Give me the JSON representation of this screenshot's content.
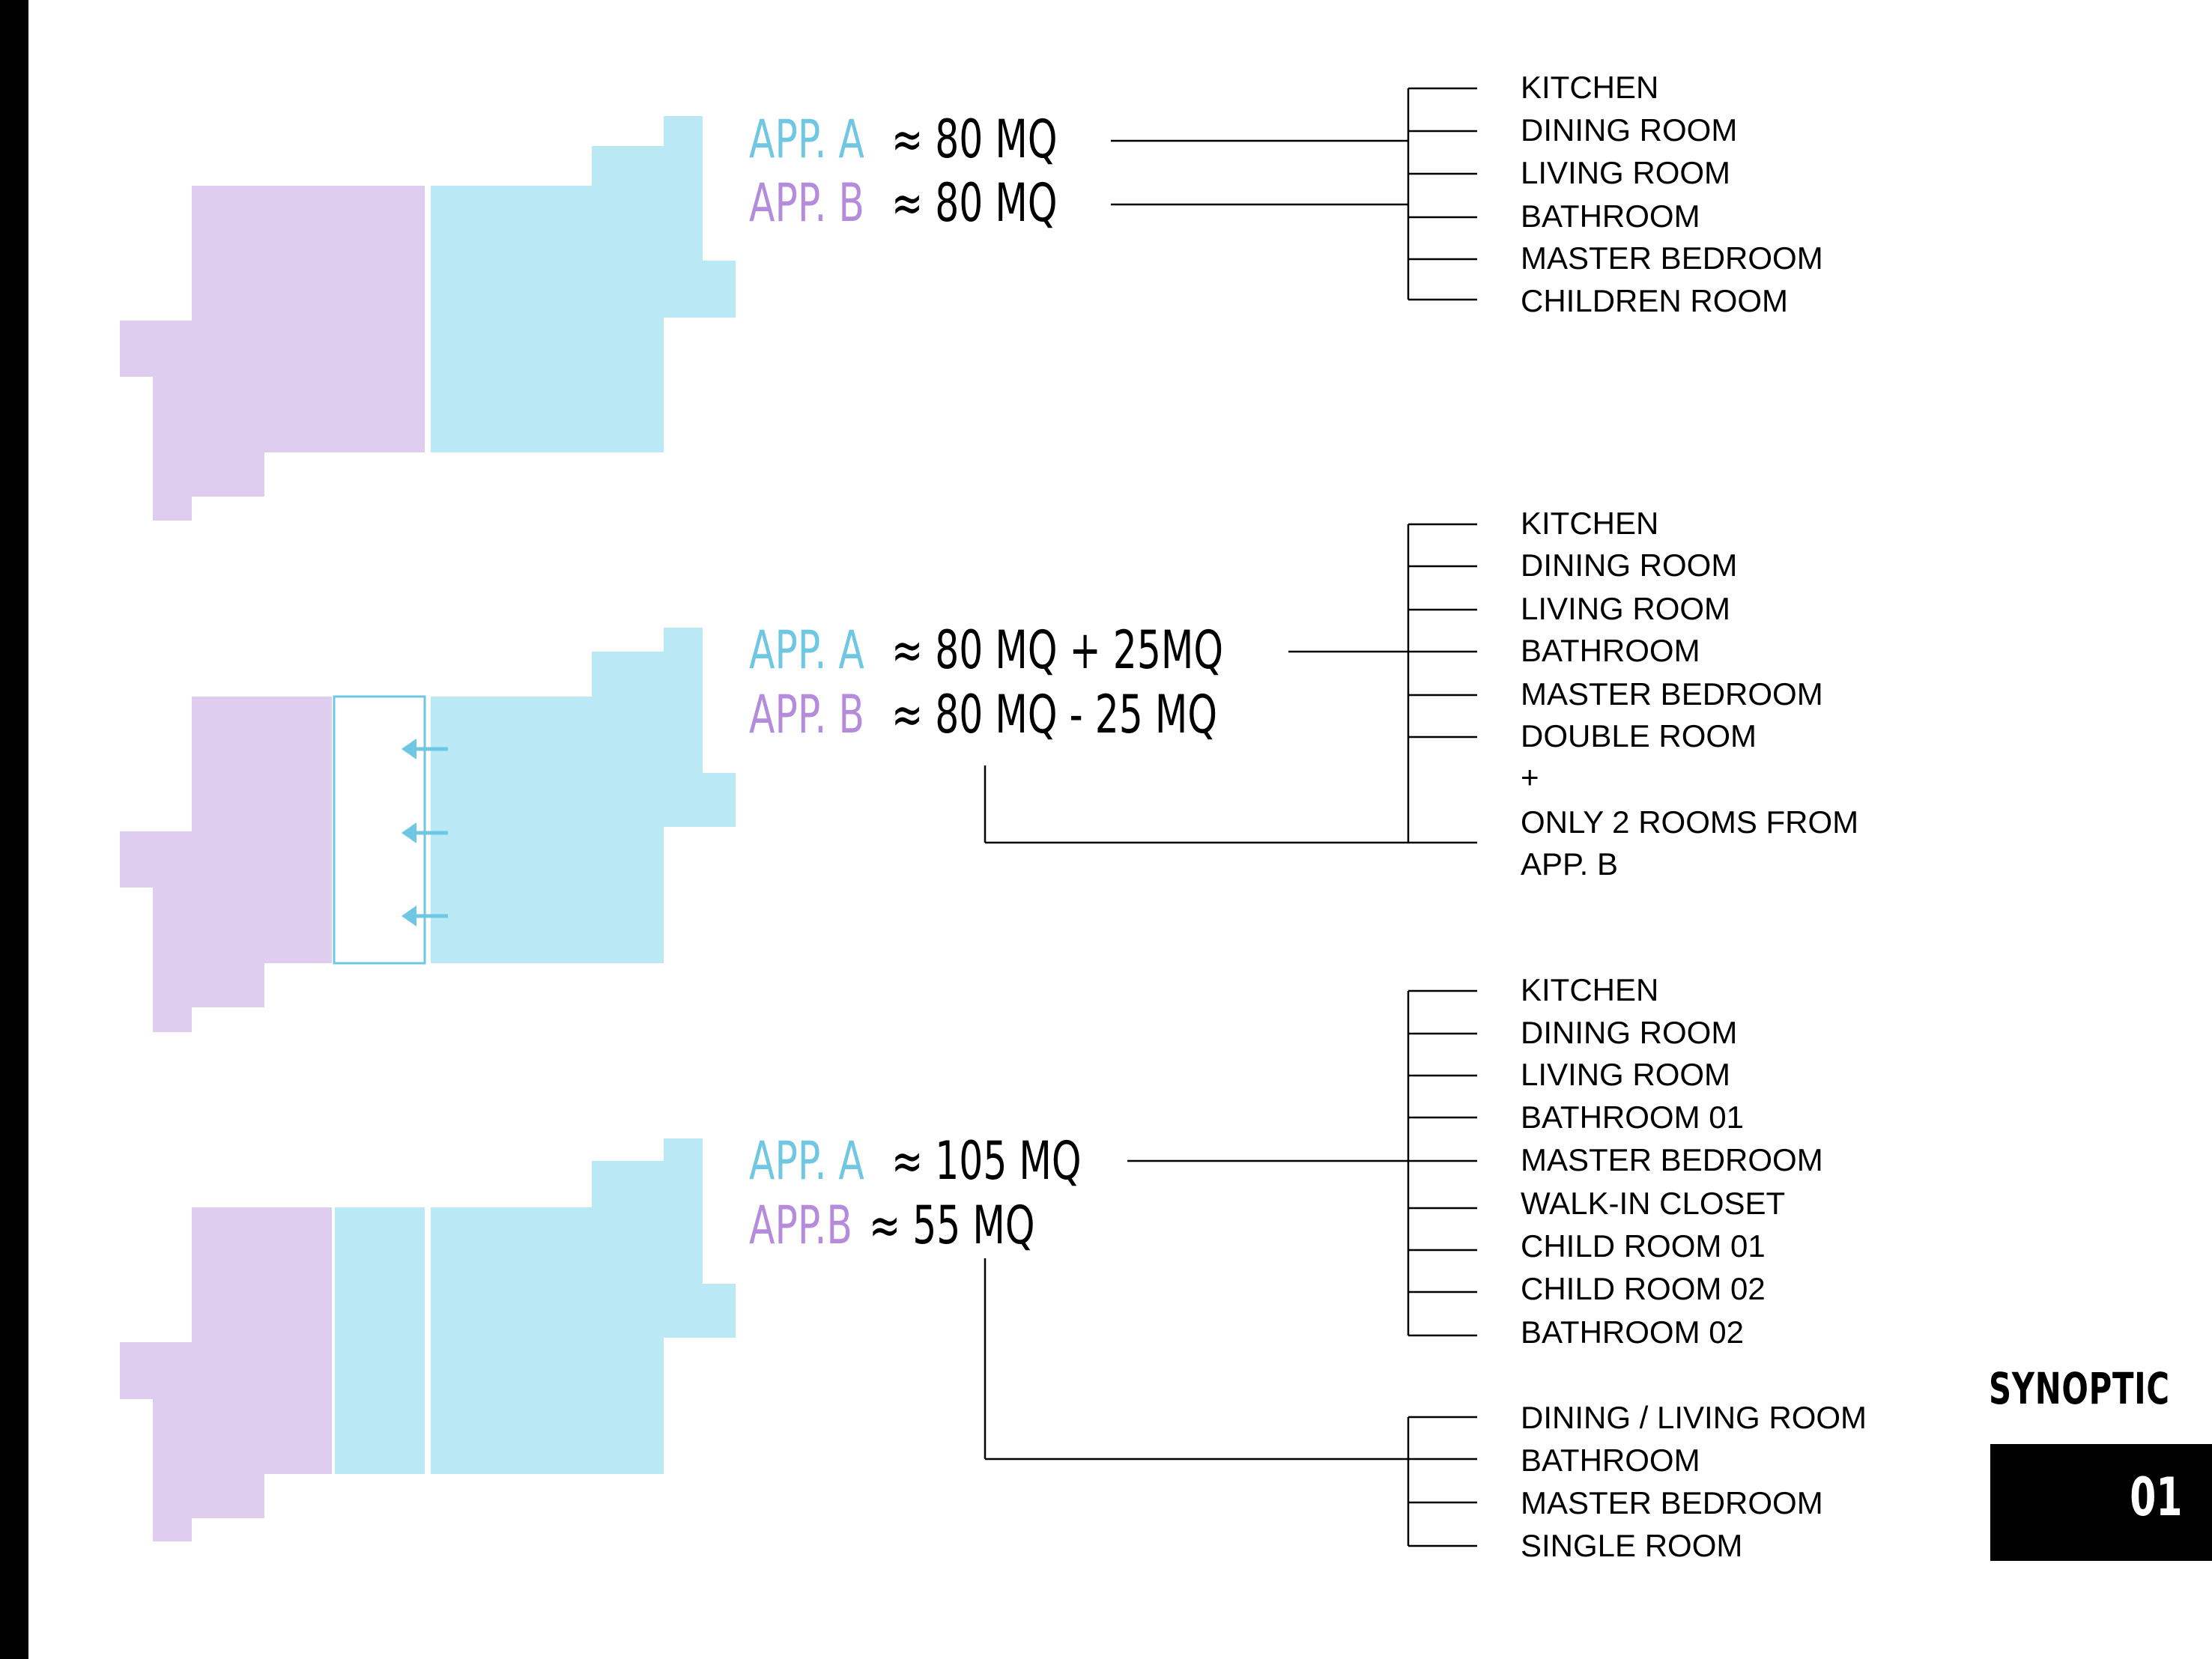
{
  "colors": {
    "app_a": "#bae8f4",
    "app_b": "#decdef",
    "app_a_text": "#6fc7e3",
    "app_b_text": "#b48cdb",
    "line": "#000000"
  },
  "scenarios": [
    {
      "label_a": "APP. A",
      "area_a": "≈ 80 MQ",
      "label_b": "APP. B",
      "area_b": "≈ 80 MQ",
      "rooms": [
        "KITCHEN",
        "DINING ROOM",
        "LIVING ROOM",
        "BATHROOM",
        "MASTER BEDROOM",
        "CHILDREN ROOM"
      ]
    },
    {
      "label_a": "APP. A",
      "area_a": "≈ 80 MQ + 25MQ",
      "label_b": "APP. B",
      "area_b": "≈ 80 MQ - 25 MQ",
      "rooms": [
        "KITCHEN",
        "DINING ROOM",
        "LIVING ROOM",
        "BATHROOM",
        "MASTER BEDROOM",
        "DOUBLE ROOM",
        "+",
        "ONLY 2 ROOMS FROM",
        "APP. B"
      ]
    },
    {
      "label_a": "APP. A",
      "area_a": "≈ 105 MQ",
      "label_b": "APP.B",
      "area_b": "≈ 55 MQ",
      "rooms": [
        "KITCHEN",
        "DINING ROOM",
        "LIVING ROOM",
        "BATHROOM 01",
        "MASTER BEDROOM",
        "WALK-IN CLOSET",
        "CHILD ROOM 01",
        "CHILD ROOM 02",
        "BATHROOM 02"
      ],
      "rooms_b": [
        "DINING / LIVING ROOM",
        "BATHROOM",
        "MASTER BEDROOM",
        "SINGLE ROOM"
      ]
    }
  ],
  "footer": {
    "title": "SYNOPTIC",
    "page": "01"
  }
}
